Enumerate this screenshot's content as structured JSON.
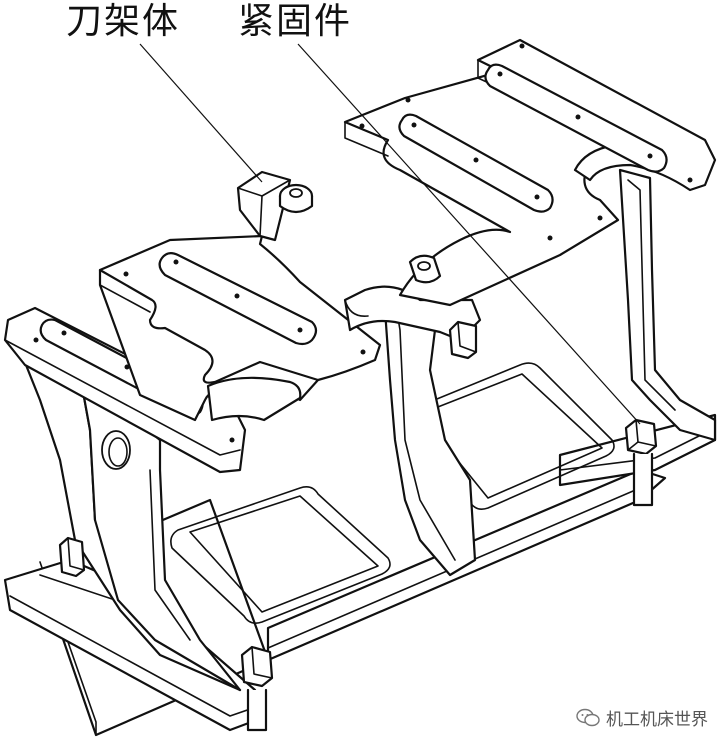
{
  "labels": {
    "tool_holder_body": "刀架体",
    "fastener": "紧固件"
  },
  "watermark": {
    "text": "机工机床世界",
    "icon": "wechat-icon"
  },
  "colors": {
    "line": "#111111",
    "background": "#ffffff",
    "watermark": "#555555"
  }
}
